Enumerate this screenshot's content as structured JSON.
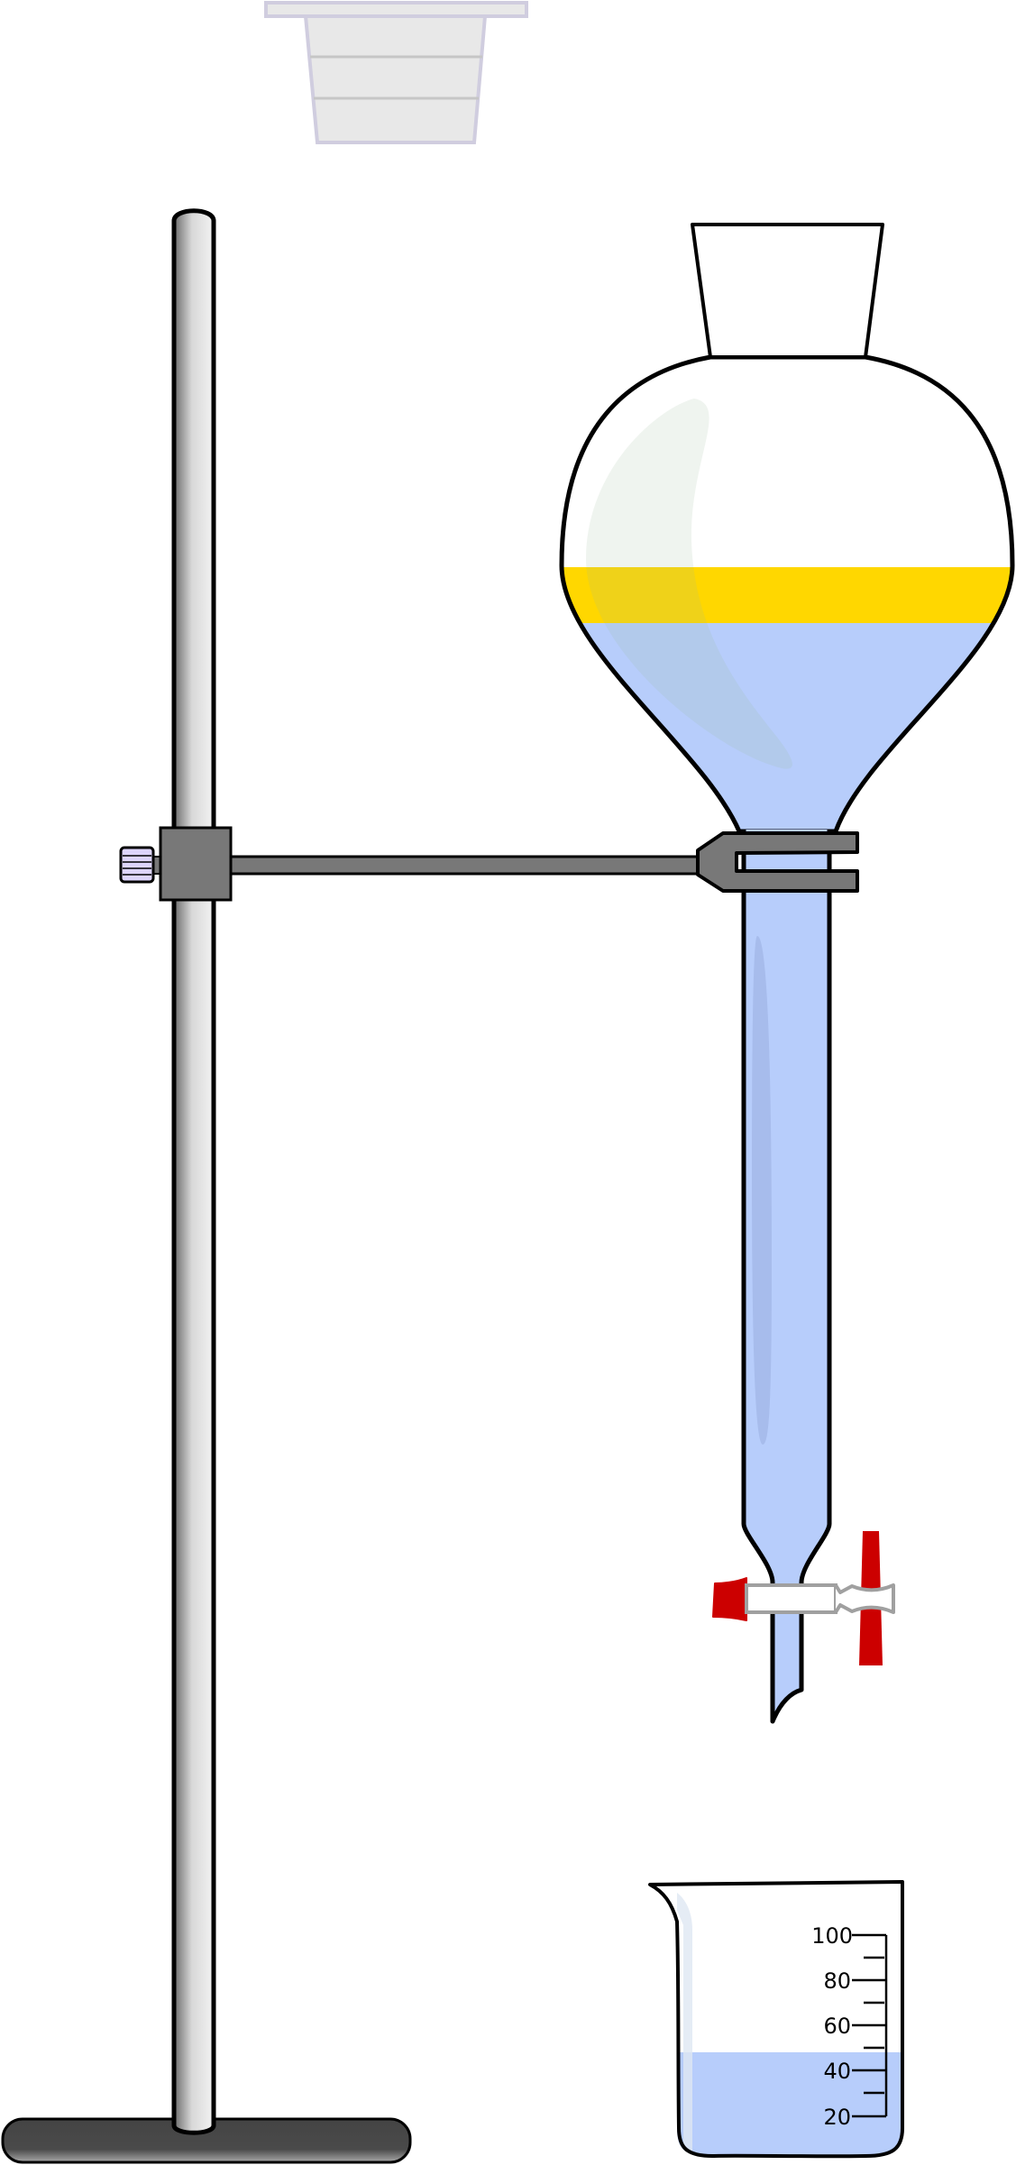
{
  "scene": {
    "apparatus": [
      "retort-stand",
      "clamp",
      "separatory-funnel",
      "stopper",
      "stopcock",
      "beaker",
      "funnel-cup"
    ],
    "colors": {
      "aqueous_layer": "#b7cdfb",
      "organic_layer": "#ffd700",
      "stopcock_handle": "#cc0000",
      "clamp": "#787878",
      "stand_base": "#4a4a4a",
      "knob": "#ddd5fb"
    }
  },
  "beaker": {
    "scale_labels": [
      "100",
      "80",
      "60",
      "40",
      "20"
    ]
  }
}
